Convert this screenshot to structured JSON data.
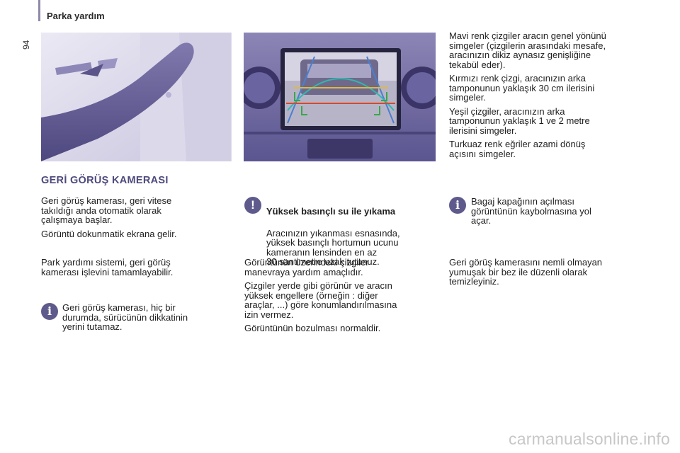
{
  "header": {
    "section": "Parka yardım",
    "page_number": "94"
  },
  "title": "GERİ GÖRÜŞ KAMERASI",
  "col1": {
    "p1": "Geri görüş kamerası, geri vitese\ntakıldığı anda otomatik olarak\nçalışmaya başlar.",
    "p2": "Görüntü dokunmatik ekrana gelir.",
    "p3": "Park yardımı sistemi, geri görüş\nkamerası işlevini tamamlayabilir.",
    "info_note": "Geri görüş kamerası, hiç bir\ndurumda, sürücünün dikkatinin\nyerini tutamaz."
  },
  "col2": {
    "warning_title": "Yüksek basınçlı su ile yıkama",
    "warning_text": "Aracınızın yıkanması esnasında,\nyüksek basınçlı hortumun ucunu\nkameranın lensinden en az\n30 santimetre uzak tutunuz.",
    "p1": "Görüntünün üzerindeki çizgiler\nmanevraya yardım amaçlıdır.",
    "p2": "Çizgiler yerde gibi görünür ve aracın\nyüksek engellere (örneğin : diğer\naraçlar, ...) göre konumlandırılmasına\nizin vermez.",
    "p3": "Görüntünün bozulması normaldir."
  },
  "col3": {
    "p1": "Mavi renk çizgiler aracın genel yönünü\nsimgeler (çizgilerin arasındaki mesafe,\naracınızın dikiz aynasız genişliğine\ntekabül eder).",
    "p2": "Kırmızı renk çizgi, aracınızın arka\ntamponunun yaklaşık 30 cm ilerisini\nsimgeler.",
    "p3": "Yeşil çizgiler, aracınızın arka\ntamponunun yaklaşık 1 ve 2 metre\nilerisini simgeler.",
    "p4": "Turkuaz renk eğriler azami dönüş\naçısını simgeler.",
    "info_note": "Bagaj kapağının açılması\ngörüntünün kaybolmasına yol\naçar.",
    "p5": "Geri görüş kamerasını nemli olmayan\nyumuşak bir bez ile düzenli olarak\ntemizleyiniz."
  },
  "icons": {
    "info": "info-icon",
    "warning": "warning-icon",
    "info_glyph": "i",
    "warning_glyph": "!"
  },
  "colors": {
    "accent": "#5f5a8c",
    "title": "#4e4a7c",
    "guide_blue": "#4a7fd0",
    "guide_red": "#d84a2a",
    "guide_green": "#3aa64a",
    "guide_turquoise": "#2fb8b0",
    "guide_yellow": "#e0b840"
  },
  "watermark": "carmanualsonline.info"
}
